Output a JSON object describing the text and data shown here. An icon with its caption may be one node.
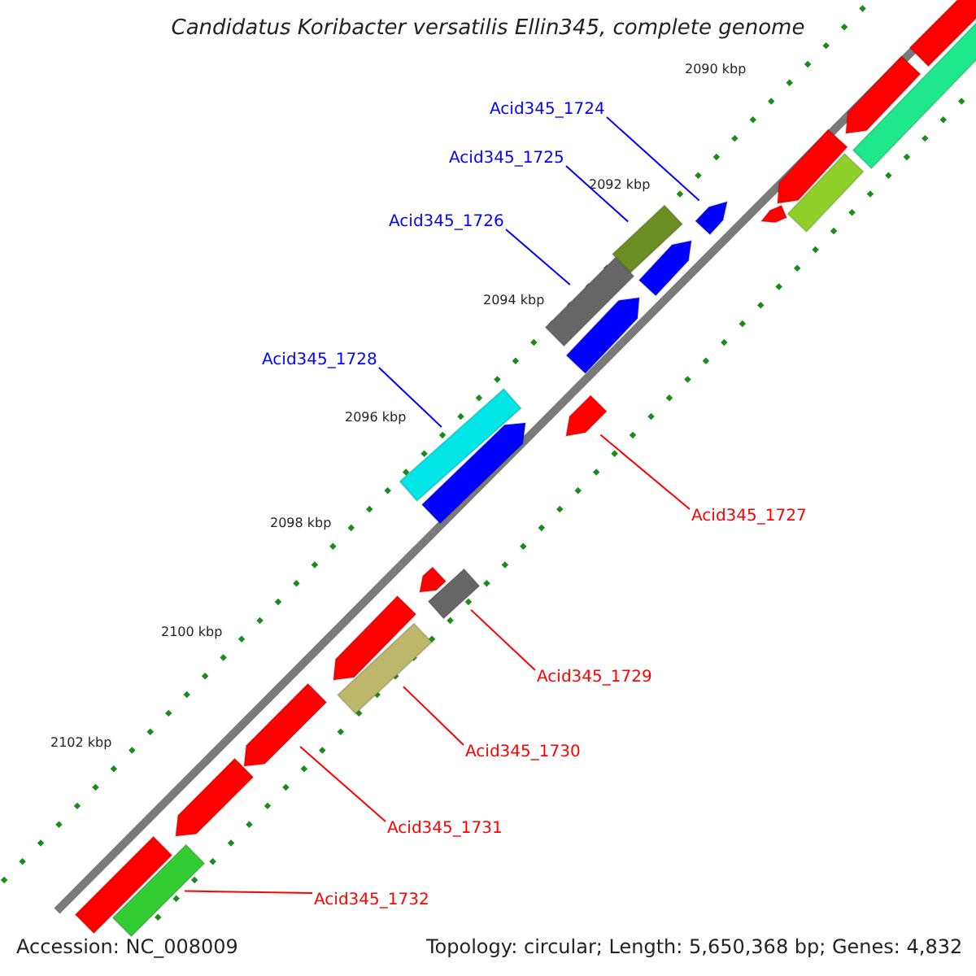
{
  "diagram": {
    "title": "Candidatus Koribacter versatilis Ellin345, complete genome",
    "nodes": [
      {
        "text": [
          "Acid345_1724"
        ]
      },
      {
        "text": [
          "Acid345_1725"
        ]
      },
      {
        "text": [
          "Acid345_1726"
        ]
      },
      {
        "text": [
          "Acid345_1728"
        ]
      },
      {
        "text": [
          "Acid345_1727"
        ]
      },
      {
        "text": [
          "Acid345_1729"
        ]
      },
      {
        "text": [
          "Acid345_1730"
        ]
      },
      {
        "text": [
          "Acid345_1731"
        ]
      },
      {
        "text": [
          "Acid345_1732"
        ]
      },
      {
        "text": [],
        "shape": "bar"
      },
      {
        "text": [],
        "shape": "bar"
      },
      {
        "text": [],
        "shape": "arrow"
      },
      {
        "text": [],
        "shape": "arrow"
      },
      {
        "text": [],
        "shape": "bar"
      },
      {
        "text": [],
        "shape": "arrow"
      },
      {
        "text": [],
        "shape": "arrow"
      },
      {
        "text": [],
        "shape": "bar"
      },
      {
        "text": [],
        "shape": "arrow"
      },
      {
        "text": [],
        "shape": "bar"
      },
      {
        "text": [],
        "shape": "arrow"
      },
      {
        "text": [],
        "shape": "bar"
      },
      {
        "text": [],
        "shape": "arrow"
      },
      {
        "text": [],
        "shape": "arrow"
      },
      {
        "text": [],
        "shape": "arrow"
      },
      {
        "text": [],
        "shape": "bar"
      },
      {
        "text": [],
        "shape": "arrow"
      },
      {
        "text": [],
        "shape": "bar"
      },
      {
        "text": [],
        "shape": "arrow"
      },
      {
        "text": [],
        "shape": "arrow"
      },
      {
        "text": [],
        "shape": "bar"
      },
      {
        "text": [],
        "shape": "bar"
      }
    ],
    "edges": [
      {
        "from": 0,
        "to": 14,
        "arrow": "none",
        "color": "#0000ff"
      },
      {
        "from": 1,
        "to": 16,
        "arrow": "none",
        "color": "#0000ff"
      },
      {
        "from": 2,
        "to": 18,
        "arrow": "none",
        "color": "#0000ff"
      },
      {
        "from": 3,
        "to": 20,
        "arrow": "none",
        "color": "#0000ff"
      },
      {
        "from": 4,
        "to": 21,
        "arrow": "none"
      },
      {
        "from": 5,
        "to": 24,
        "arrow": "none"
      },
      {
        "from": 6,
        "to": 26,
        "arrow": "none"
      },
      {
        "from": 7,
        "to": 27,
        "arrow": "none"
      },
      {
        "from": 8,
        "to": 30,
        "arrow": "none"
      }
    ],
    "labels": [
      "2090 kbp",
      "2092 kbp",
      "2094 kbp",
      "2096 kbp",
      "2098 kbp",
      "2100 kbp",
      "2102 kbp",
      "Accession: NC_008009",
      "Topology: circular; Length: 5,650,368 bp; Genes: 4,832"
    ]
  }
}
